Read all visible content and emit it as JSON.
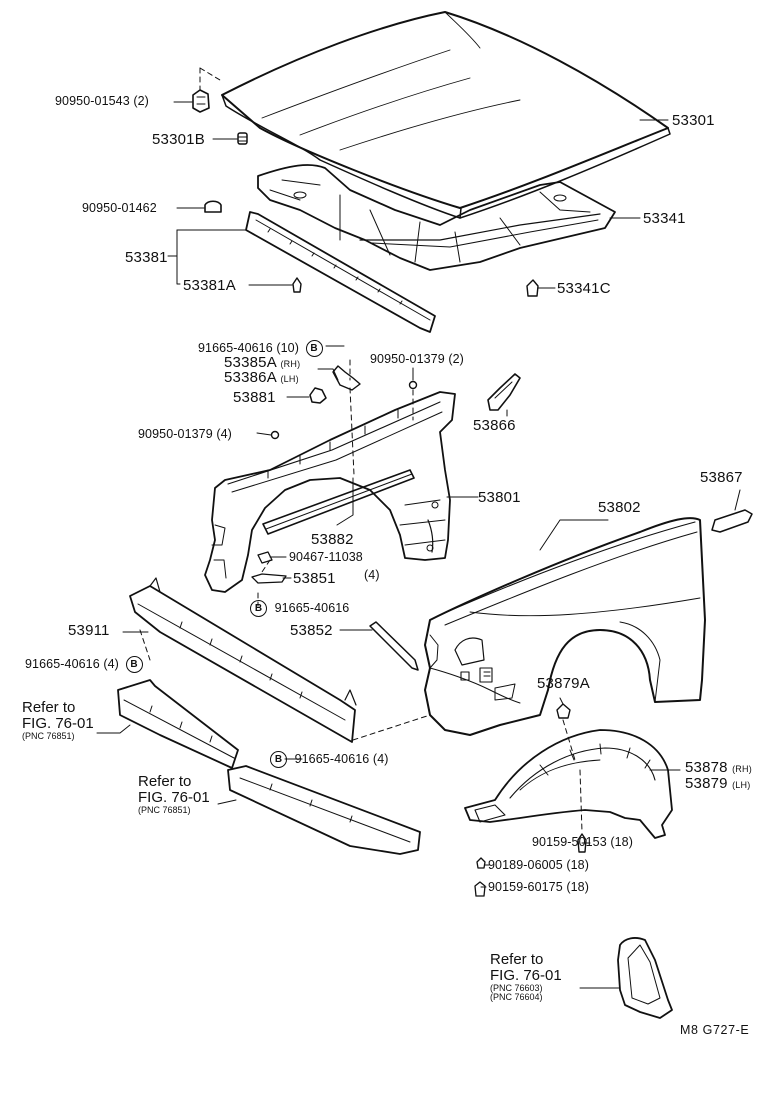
{
  "diagram": {
    "code": "M8  G727-E"
  },
  "labels": {
    "p_90950_01543": "90950-01543 (2)",
    "p_53301B": "53301B",
    "p_53301": "53301",
    "p_90950_01462": "90950-01462",
    "p_53341": "53341",
    "p_53381": "53381",
    "p_53381A": "53381A",
    "p_53341C": "53341C",
    "p_91665_40616_10": "91665-40616 (10)",
    "p_53385A": "53385A",
    "p_53385A_side": "(RH)",
    "p_53386A": "53386A",
    "p_53386A_side": "(LH)",
    "p_90950_01379_2": "90950-01379 (2)",
    "p_53881": "53881",
    "p_53866": "53866",
    "p_90950_01379_4": "90950-01379 (4)",
    "p_53867": "53867",
    "p_53801": "53801",
    "p_53802": "53802",
    "p_53882": "53882",
    "p_90467_11038": "90467-11038",
    "p_90467_11038_qty": "(4)",
    "p_53851": "53851",
    "p_91665_40616_b": "91665-40616",
    "p_53911": "53911",
    "p_53852": "53852",
    "p_91665_40616_4a": "91665-40616 (4)",
    "p_53879A": "53879A",
    "p_91665_40616_4b": "91665-40616 (4)",
    "p_53878": "53878",
    "p_53878_side": "(RH)",
    "p_53879": "53879",
    "p_53879_side": "(LH)",
    "p_90159_50153": "90159-50153 (18)",
    "p_90189_06005": "90189-06005 (18)",
    "p_90159_60175": "90159-60175 (18)",
    "b_symbol": "B"
  },
  "refs": {
    "ref1": {
      "line1": "Refer to",
      "line2": "FIG. 76-01",
      "line3": "(PNC 76851)"
    },
    "ref2": {
      "line1": "Refer to",
      "line2": "FIG. 76-01",
      "line3": "(PNC 76851)"
    },
    "ref3": {
      "line1": "Refer to",
      "line2": "FIG. 76-01",
      "line3": "(PNC  76603)",
      "line4": "(PNC  76604)"
    }
  }
}
